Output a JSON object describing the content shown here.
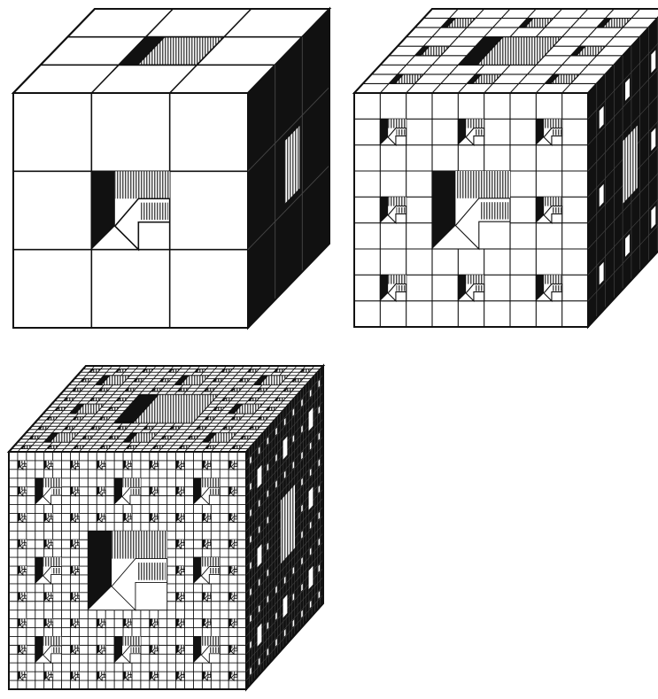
{
  "figure": {
    "subject": "menger-sponge-iterations",
    "ink_color": "#111111",
    "paper_color": "#ffffff",
    "panels": [
      {
        "id": "cube-level-1",
        "iteration": 1,
        "grid_divisions": 3
      },
      {
        "id": "cube-level-2",
        "iteration": 2,
        "grid_divisions": 9
      },
      {
        "id": "cube-level-3",
        "iteration": 3,
        "grid_divisions": 27
      }
    ]
  }
}
